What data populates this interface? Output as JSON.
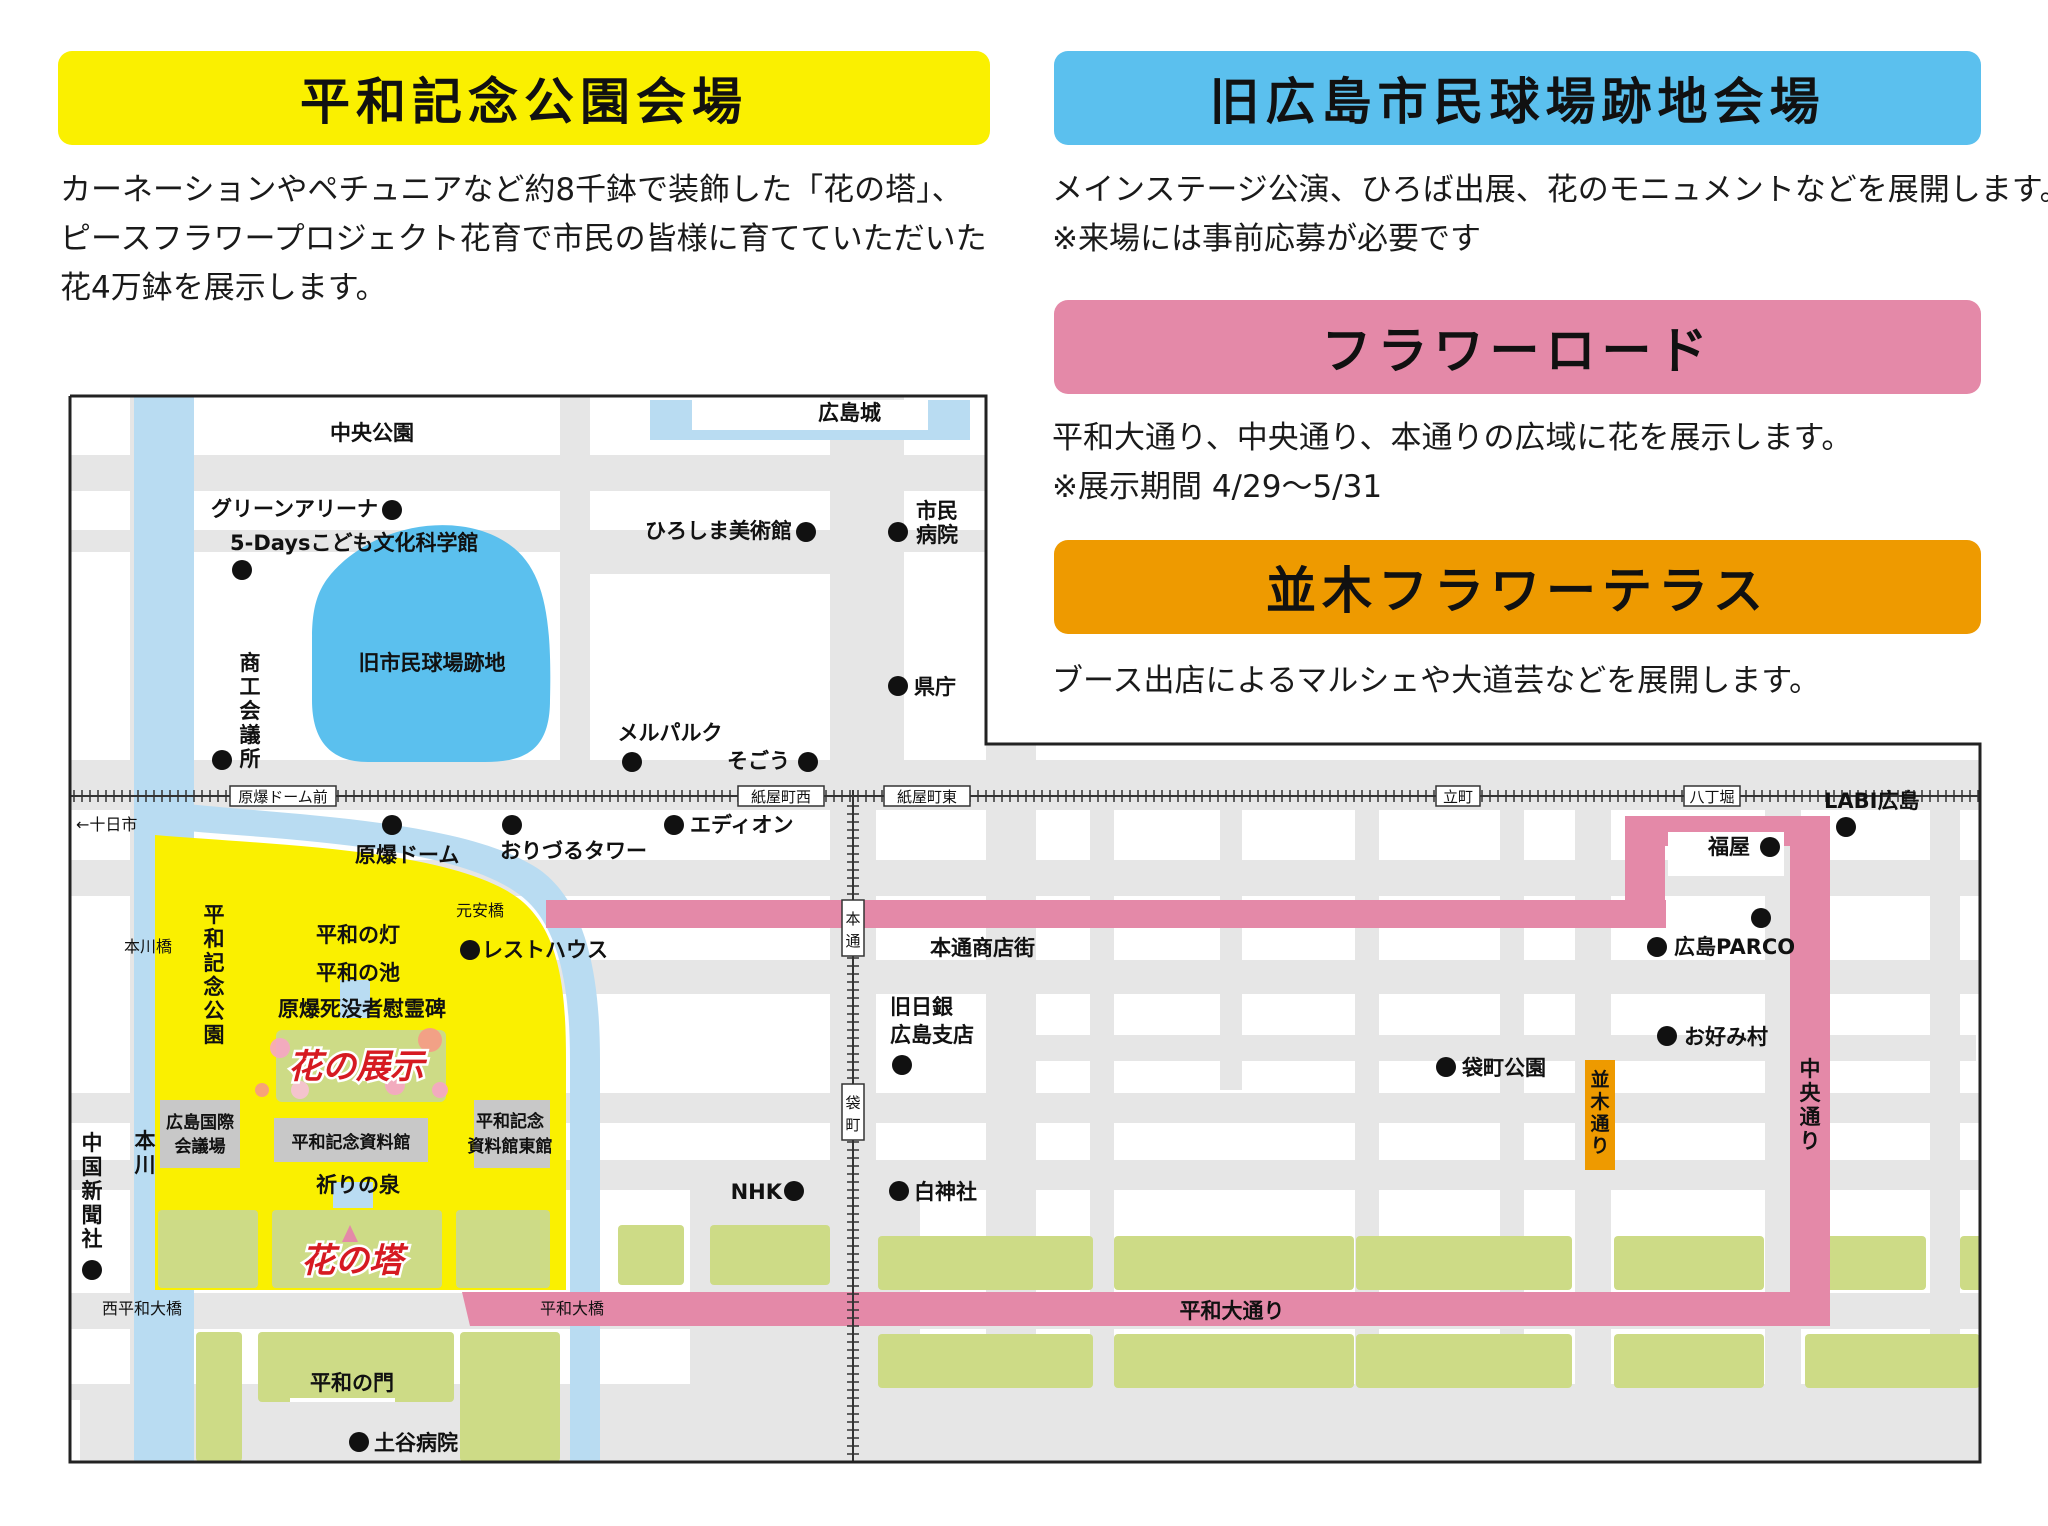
{
  "venues": {
    "peace_park": {
      "title": "平和記念公園会場",
      "color": "#faf000",
      "lines": [
        "カーネーションやペチュニアなど約8千鉢で装飾した「花の塔」、",
        "ピースフラワープロジェクト花育で市民の皆様に育てていただいた",
        "花4万鉢を展示します。"
      ]
    },
    "stadium": {
      "title": "旧広島市民球場跡地会場",
      "color": "#5bc0ee",
      "lines": [
        "メインステージ公演、ひろば出展、花のモニュメントなどを展開します。",
        "※来場には事前応募が必要です"
      ]
    },
    "flower_road": {
      "title": "フラワーロード",
      "color": "#e489a8",
      "lines": [
        "平和大通り、中央通り、本通りの広域に花を展示します。",
        "※展示期間 4/29〜5/31"
      ]
    },
    "namiki": {
      "title": "並木フラワーテラス",
      "color": "#ee9a00",
      "lines": [
        "ブース出店によるマルシェや大道芸などを展開します。"
      ]
    }
  },
  "map": {
    "colors": {
      "road": "#e6e6e6",
      "river": "#b9dcf2",
      "park": "#faf000",
      "stadium": "#5bc0ee",
      "flower_road": "#e489a8",
      "namiki": "#ee9a00",
      "green": "#cddb86",
      "building": "#c8c8c8"
    },
    "stations": {
      "genbaku_dome_mae": "原爆ドーム前",
      "kamiyacho_nishi": "紙屋町西",
      "kamiyacho_higashi": "紙屋町東",
      "tatemachi": "立町",
      "hatchobori": "八丁堀"
    },
    "labels": {
      "chuo_koen": "中央公園",
      "hiroshima_castle": "広島城",
      "green_arena": "グリーンアリーナ",
      "five_days": "5-Daysこども文化科学館",
      "art_museum": "ひろしま美術館",
      "city_hospital_1": "市民",
      "city_hospital_2": "病院",
      "old_stadium": "旧市民球場跡地",
      "kencho": "県庁",
      "shoko_1": "商",
      "shoko_2": "工",
      "shoko_3": "会",
      "shoko_4": "議",
      "shoko_5": "所",
      "mermaid": "メルパルク",
      "sogo": "そごう",
      "tokaichi": "←十日市",
      "genbaku_dome": "原爆ドーム",
      "orizuru": "おりづるタワー",
      "edion": "エディオン",
      "labi": "LABI広島",
      "fukuya": "福屋",
      "motoyasu": "元安橋",
      "honkawa_bridge": "本川橋",
      "park_v1": "平",
      "park_v2": "和",
      "park_v3": "記",
      "park_v4": "念",
      "park_v5": "公",
      "park_v6": "園",
      "flame": "平和の灯",
      "pond": "平和の池",
      "cenotaph": "原爆死没者慰霊碑",
      "rest_house": "レストハウス",
      "flower_exhibit": "花の展示",
      "icc_1": "広島国際",
      "icc_2": "会議場",
      "museum": "平和記念資料館",
      "museum_east_1": "平和記念",
      "museum_east_2": "資料館東館",
      "fountain": "祈りの泉",
      "flower_tower": "花の塔",
      "hondori_1": "本",
      "hondori_2": "通",
      "hondori_shotengai": "本通商店街",
      "boj_1": "旧日銀",
      "boj_2": "広島支店",
      "fukuromachi_1": "袋",
      "fukuromachi_2": "町",
      "nhk": "NHK",
      "hakushima": "白神社",
      "parco": "広島PARCO",
      "okonomi": "お好み村",
      "fukuromachi_park": "袋町公園",
      "namiki_1": "並",
      "namiki_2": "木",
      "namiki_3": "通",
      "namiki_4": "り",
      "chuo_1": "中",
      "chuo_2": "央",
      "chuo_3": "通",
      "chuo_4": "り",
      "chugoku_1": "中",
      "chugoku_2": "国",
      "chugoku_3": "新",
      "chugoku_4": "聞",
      "chugoku_5": "社",
      "honkawa_1": "本",
      "honkawa_2": "川",
      "nishi_heiwa": "西平和大橋",
      "heiwa_ohashi": "平和大橋",
      "heiwa_odori": "平和大通り",
      "heiwa_gate": "平和の門",
      "tsuchiya": "土谷病院"
    }
  }
}
